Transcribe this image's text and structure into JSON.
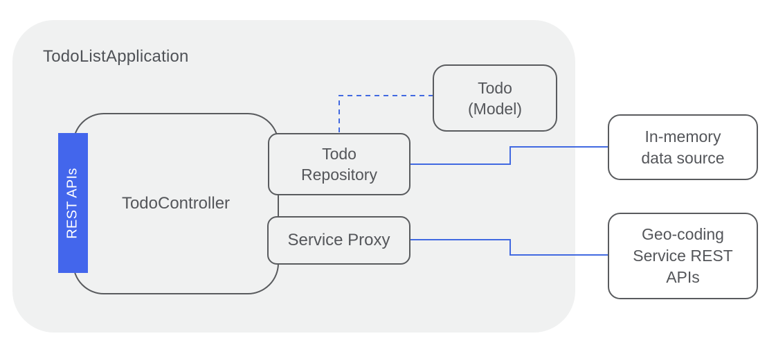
{
  "diagram": {
    "container_label": "TodoListApplication",
    "colors": {
      "accent_blue": "#4366ec",
      "line_blue": "#4169e1",
      "border_gray": "#595b5e",
      "container_gray": "#f0f1f1"
    }
  },
  "nodes": {
    "controller": {
      "label": "TodoController"
    },
    "rest_apis": {
      "label": "REST APIs"
    },
    "repository": {
      "lines": [
        "Todo",
        "Repository"
      ]
    },
    "service_proxy": {
      "label": "Service Proxy"
    },
    "model": {
      "lines": [
        "Todo",
        "(Model)"
      ]
    },
    "in_memory": {
      "lines": [
        "In-memory",
        "data source"
      ]
    },
    "geocoding": {
      "lines": [
        "Geo-coding",
        "Service REST",
        "APIs"
      ]
    }
  },
  "connectors": [
    {
      "from": "repository",
      "to": "in_memory",
      "style": "solid"
    },
    {
      "from": "service_proxy",
      "to": "geocoding",
      "style": "solid"
    },
    {
      "from": "repository",
      "to": "model",
      "style": "dashed"
    }
  ]
}
